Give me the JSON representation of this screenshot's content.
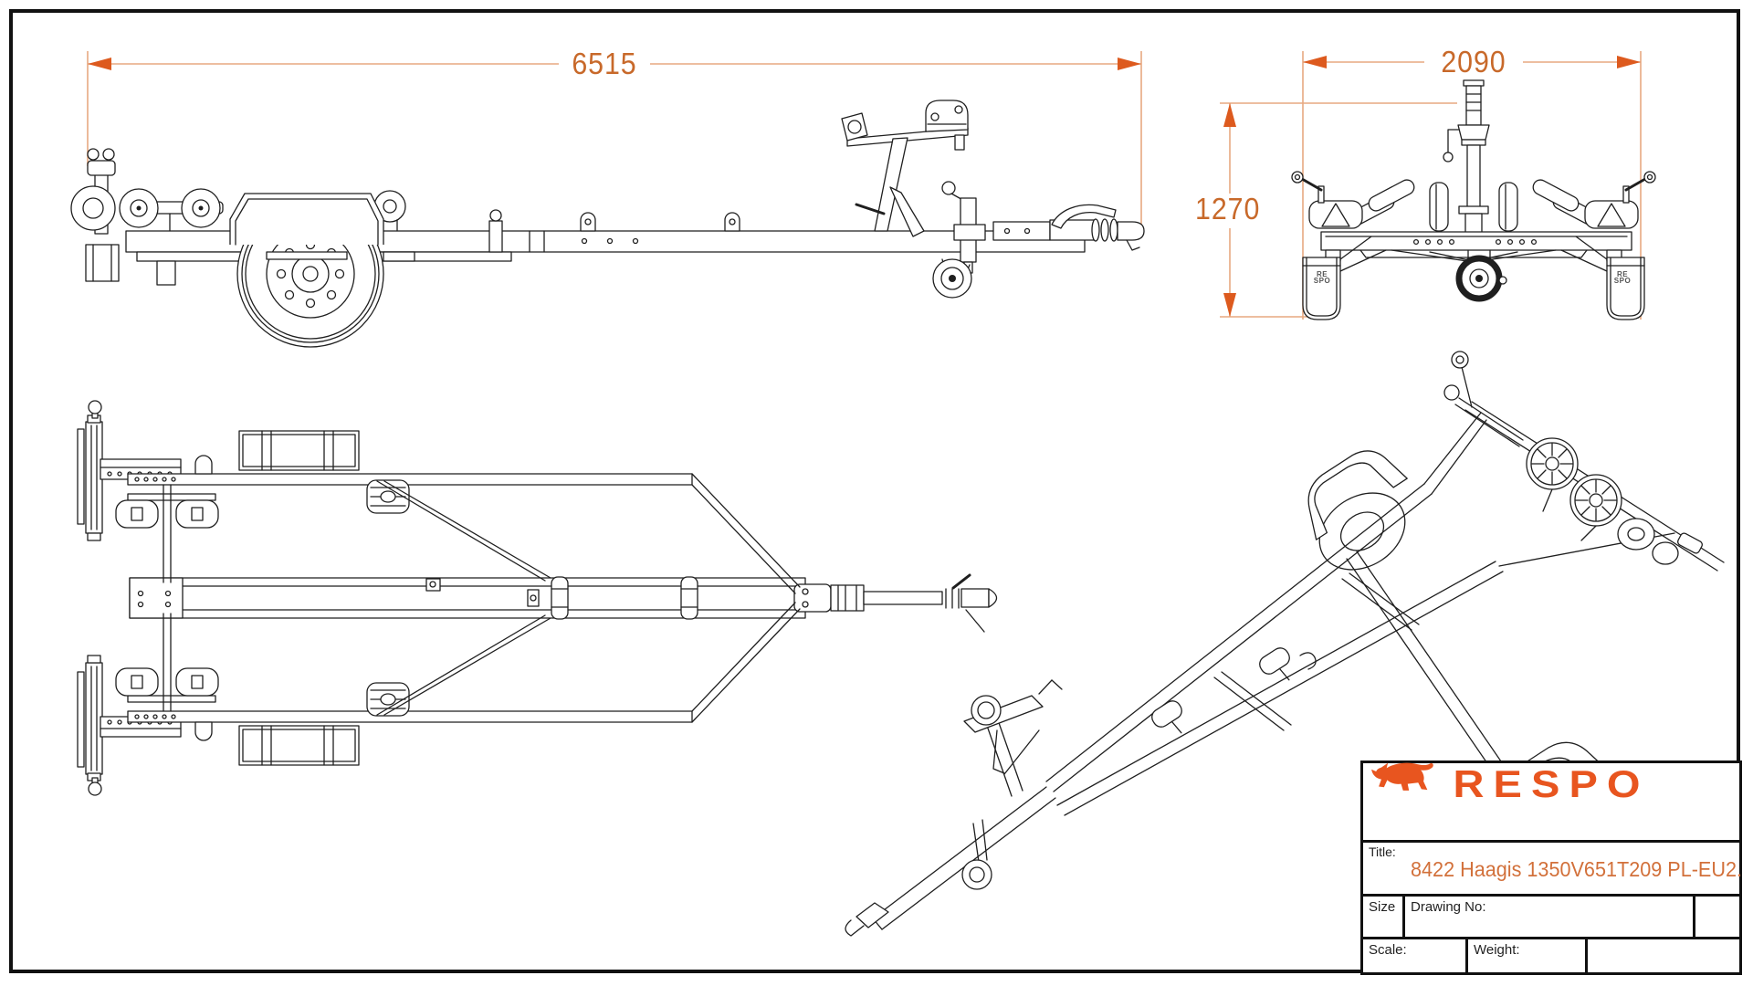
{
  "page": {
    "background": "#ffffff",
    "border_color": "#111111"
  },
  "drawing": {
    "dimensions": {
      "overall_length": "6515",
      "overall_width": "2090",
      "overall_height": "1270"
    },
    "accent_colors": {
      "dimension_text": "#c8692a",
      "dimension_line": "#e7a981",
      "dimension_arrow": "#dd5a1e",
      "logo_orange": "#e8551f",
      "title_orange": "#d2703a"
    },
    "fender_label": {
      "line1": "RE",
      "line2": "SPO"
    },
    "title_block": {
      "brand": "RESPO",
      "title_label": "Title:",
      "title_value": "8422 Haagis 1350V651T209 PL-EU2.",
      "size_label": "Size",
      "drawing_no_label": "Drawing No:",
      "scale_label": "Scale:",
      "weight_label": "Weight:"
    }
  }
}
